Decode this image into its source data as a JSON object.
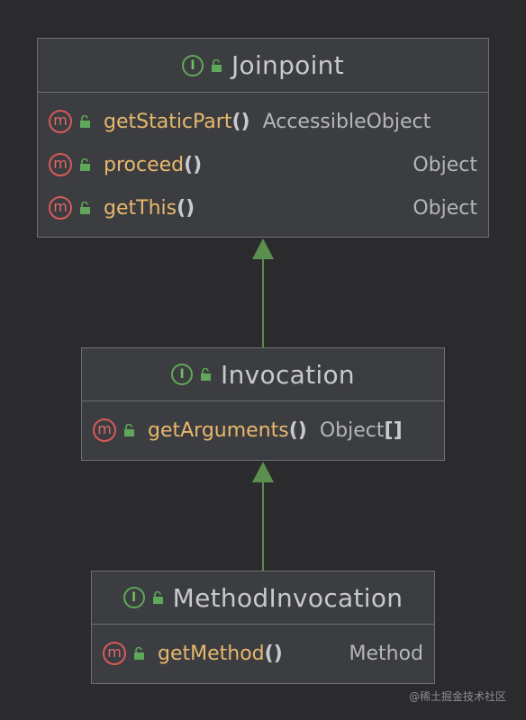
{
  "classes": [
    {
      "name": "Joinpoint",
      "kind_icon": "interface-icon",
      "kind_letter": "I",
      "members": [
        {
          "name": "getStaticPart",
          "parens": "()",
          "type": "AccessibleObject"
        },
        {
          "name": "proceed",
          "parens": "()",
          "type": "Object"
        },
        {
          "name": "getThis",
          "parens": "()",
          "type": "Object"
        }
      ]
    },
    {
      "name": "Invocation",
      "kind_icon": "interface-icon",
      "kind_letter": "I",
      "members": [
        {
          "name": "getArguments",
          "parens": "()",
          "type": "Object",
          "type_suffix": "[]"
        }
      ]
    },
    {
      "name": "MethodInvocation",
      "kind_icon": "interface-icon",
      "kind_letter": "I",
      "members": [
        {
          "name": "getMethod",
          "parens": "()",
          "type": "Method"
        }
      ]
    }
  ],
  "method_icon_letter": "m",
  "relations": [
    {
      "from": "Invocation",
      "to": "Joinpoint",
      "kind": "extends"
    },
    {
      "from": "MethodInvocation",
      "to": "Invocation",
      "kind": "extends"
    }
  ],
  "colors": {
    "background": "#2b2b2d",
    "box": "#3c3d40",
    "method_name": "#e8b86d",
    "arrow": "#5a8f4e",
    "method_icon": "#d65a5a",
    "interface_icon": "#5fa85a"
  },
  "watermark": "@稀土掘金技术社区"
}
